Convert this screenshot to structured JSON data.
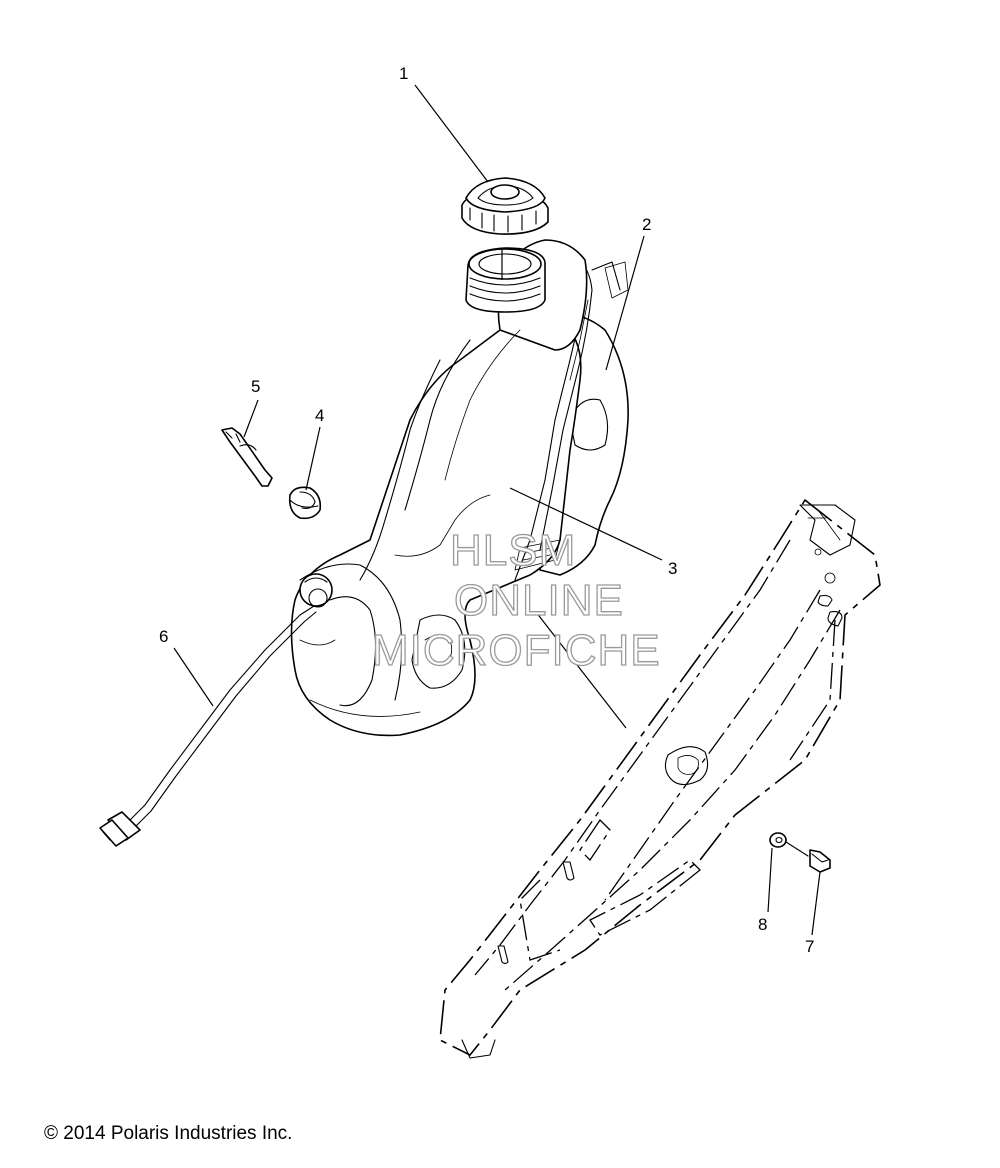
{
  "callouts": [
    "1",
    "2",
    "3",
    "4",
    "5",
    "6",
    "7",
    "8"
  ],
  "watermark": {
    "line1": "HLSM",
    "line2": "ONLINE",
    "line3": "MICROFICHE"
  },
  "copyright": "© 2014 Polaris Industries Inc."
}
